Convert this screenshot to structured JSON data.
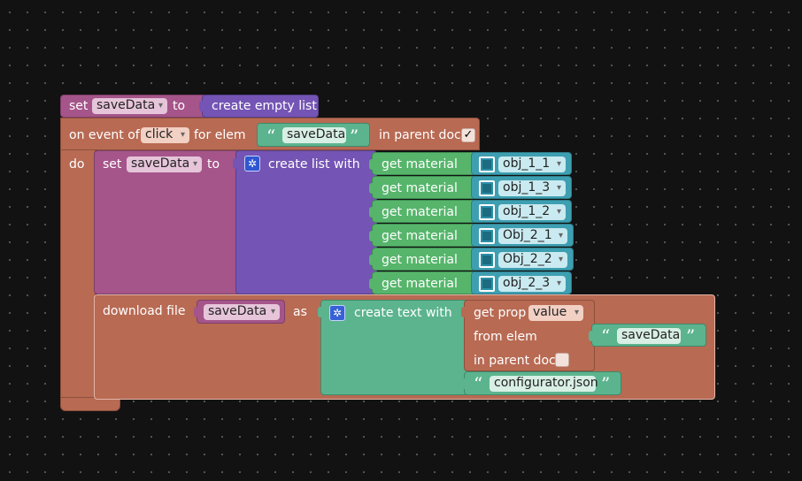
{
  "block_set": {
    "set_label": "set",
    "variable": "saveData",
    "to_label": "to",
    "value": "create empty list"
  },
  "block_event": {
    "prefix": "on event of",
    "event": "click",
    "for_elem_label": "for elem",
    "elem_value": "saveData",
    "in_parent_label": "in parent doc",
    "in_parent_checked": "✓",
    "do_label": "do"
  },
  "inner_set": {
    "set_label": "set",
    "variable": "saveData",
    "to_label": "to",
    "create_list_label": "create list with",
    "items": [
      {
        "label": "get material",
        "object": "obj_1_1"
      },
      {
        "label": "get material",
        "object": "obj_1_3"
      },
      {
        "label": "get material",
        "object": "obj_1_2"
      },
      {
        "label": "get material",
        "object": "Obj_2_1"
      },
      {
        "label": "get material",
        "object": "Obj_2_2"
      },
      {
        "label": "get material",
        "object": "obj_2_3"
      }
    ]
  },
  "download": {
    "label": "download file",
    "variable": "saveData",
    "as_label": "as",
    "create_text_label": "create text with",
    "get_prop_label": "get prop",
    "prop": "value",
    "from_elem_label": "from elem",
    "from_elem_value": "saveData",
    "in_parent_label": "in parent doc",
    "filename": "configurator.json"
  },
  "glyphs": {
    "quote_open": "“",
    "quote_close": "”",
    "gear": "✲"
  },
  "colors": {
    "background": "#121212",
    "variables": "#a5558a",
    "lists": "#7454b4",
    "events": "#b86a53",
    "text": "#5cb48e",
    "materials": "#56b56b",
    "objects": "#3e9fb1"
  }
}
